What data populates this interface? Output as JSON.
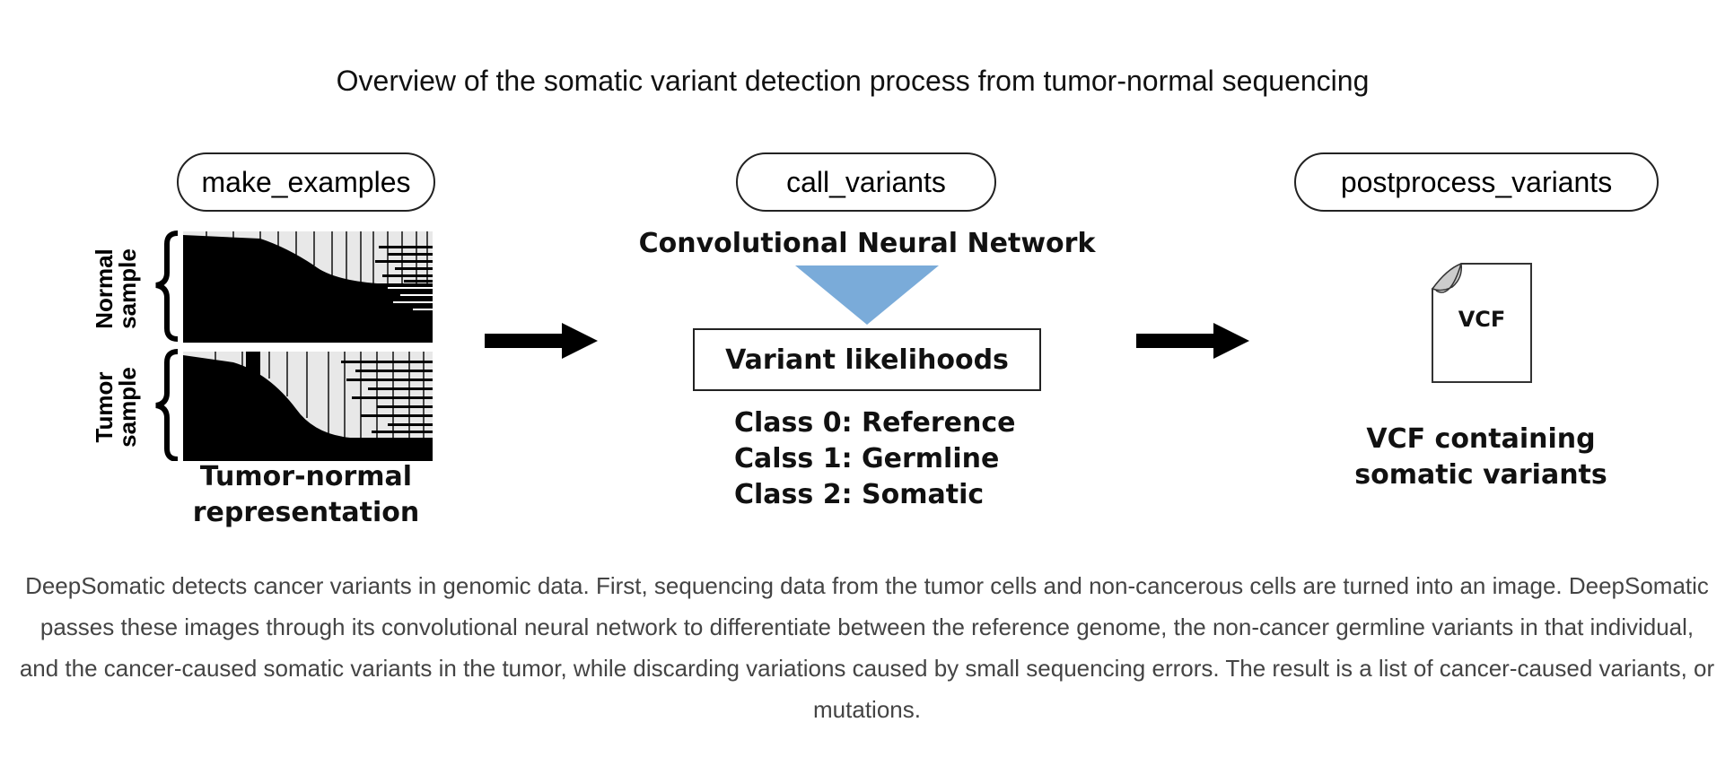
{
  "title": "Overview of the somatic variant detection process from tumor-normal sequencing",
  "stages": {
    "make_examples": "make_examples",
    "call_variants": "call_variants",
    "postprocess_variants": "postprocess_variants"
  },
  "make_examples": {
    "normal_label": "Normal sample",
    "tumor_label": "Tumor sample",
    "representation_label_line1": "Tumor-normal",
    "representation_label_line2": "representation"
  },
  "call_variants": {
    "network_label": "Convolutional Neural Network",
    "likelihoods_label": "Variant likelihoods",
    "classes": [
      "Class 0: Reference",
      "Calss 1: Germline",
      "Class 2: Somatic"
    ]
  },
  "postprocess_variants": {
    "file_label": "VCF",
    "output_line1": "VCF containing",
    "output_line2": "somatic variants"
  },
  "colors": {
    "triangle": "#7aabd9",
    "caption_text": "#444444"
  },
  "caption": "DeepSomatic detects cancer variants in genomic data. First, sequencing data from the tumor cells and non-cancerous cells are turned into an image. DeepSomatic passes these images through its convolutional neural network to differentiate between the reference genome, the non-cancer germline variants in that individual, and the cancer-caused somatic variants in the tumor, while discarding variations caused by small sequencing errors. The result is a list of cancer-caused variants, or mutations."
}
